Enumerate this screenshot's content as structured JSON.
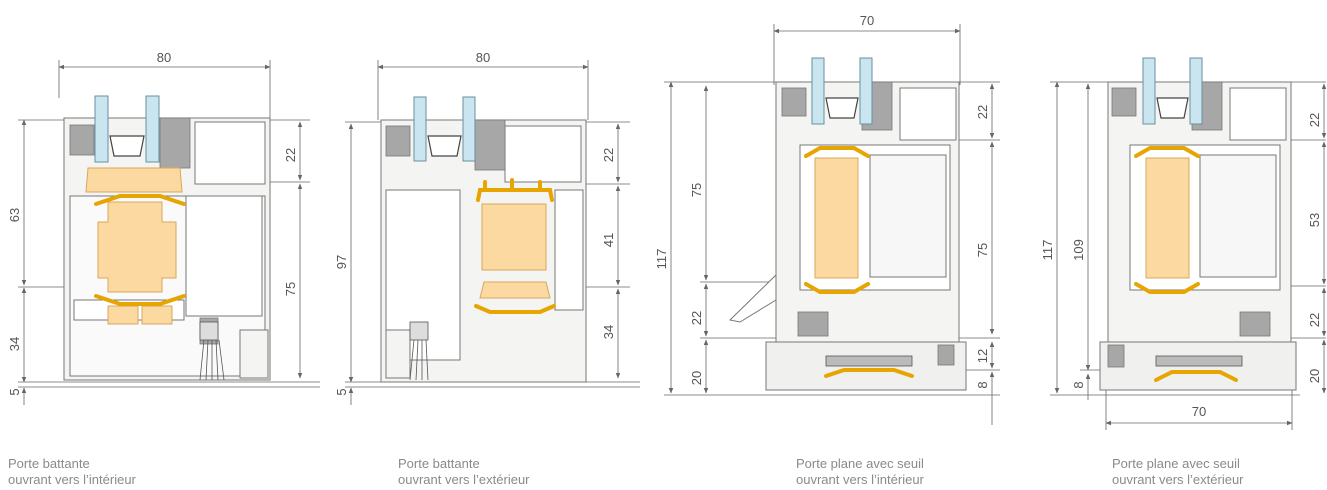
{
  "colors": {
    "frame": "#f4f4f2",
    "frame_stroke": "#777777",
    "glass": "#c9e6f0",
    "insulation": "#fbd9a0",
    "gasket": "#e6a500",
    "grey_part": "#a7a7a7",
    "dim_line": "#666666"
  },
  "drawings": [
    {
      "name": "porte-battante-interieur",
      "caption": [
        "Porte battante",
        "ouvrant vers l’intérieur"
      ],
      "dims": {
        "width": "80",
        "left_top": "63",
        "left_bottom": "34",
        "left_base": "5",
        "right_top": "22",
        "right_bottom": "75"
      }
    },
    {
      "name": "porte-battante-exterieur",
      "caption": [
        "Porte battante",
        "ouvrant vers l’extérieur"
      ],
      "dims": {
        "width": "80",
        "left_total": "97",
        "left_base": "5",
        "right_a": "22",
        "right_b": "41",
        "right_c": "34"
      }
    },
    {
      "name": "porte-plane-seuil-interieur",
      "caption": [
        "Porte plane avec seuil",
        "ouvrant vers l’intérieur"
      ],
      "dims": {
        "width": "70",
        "left_total": "117",
        "inner_a": "75",
        "inner_b": "22",
        "inner_c": "20",
        "right_a": "22",
        "right_b": "75",
        "right_c": "12",
        "right_d": "8"
      }
    },
    {
      "name": "porte-plane-seuil-exterieur",
      "caption": [
        "Porte plane avec seuil",
        "ouvrant vers l’extérieur"
      ],
      "dims": {
        "width": "70",
        "left_total": "117",
        "left_inner": "109",
        "left_base": "8",
        "right_a": "22",
        "right_b": "53",
        "right_c": "22",
        "right_d": "20"
      }
    }
  ]
}
